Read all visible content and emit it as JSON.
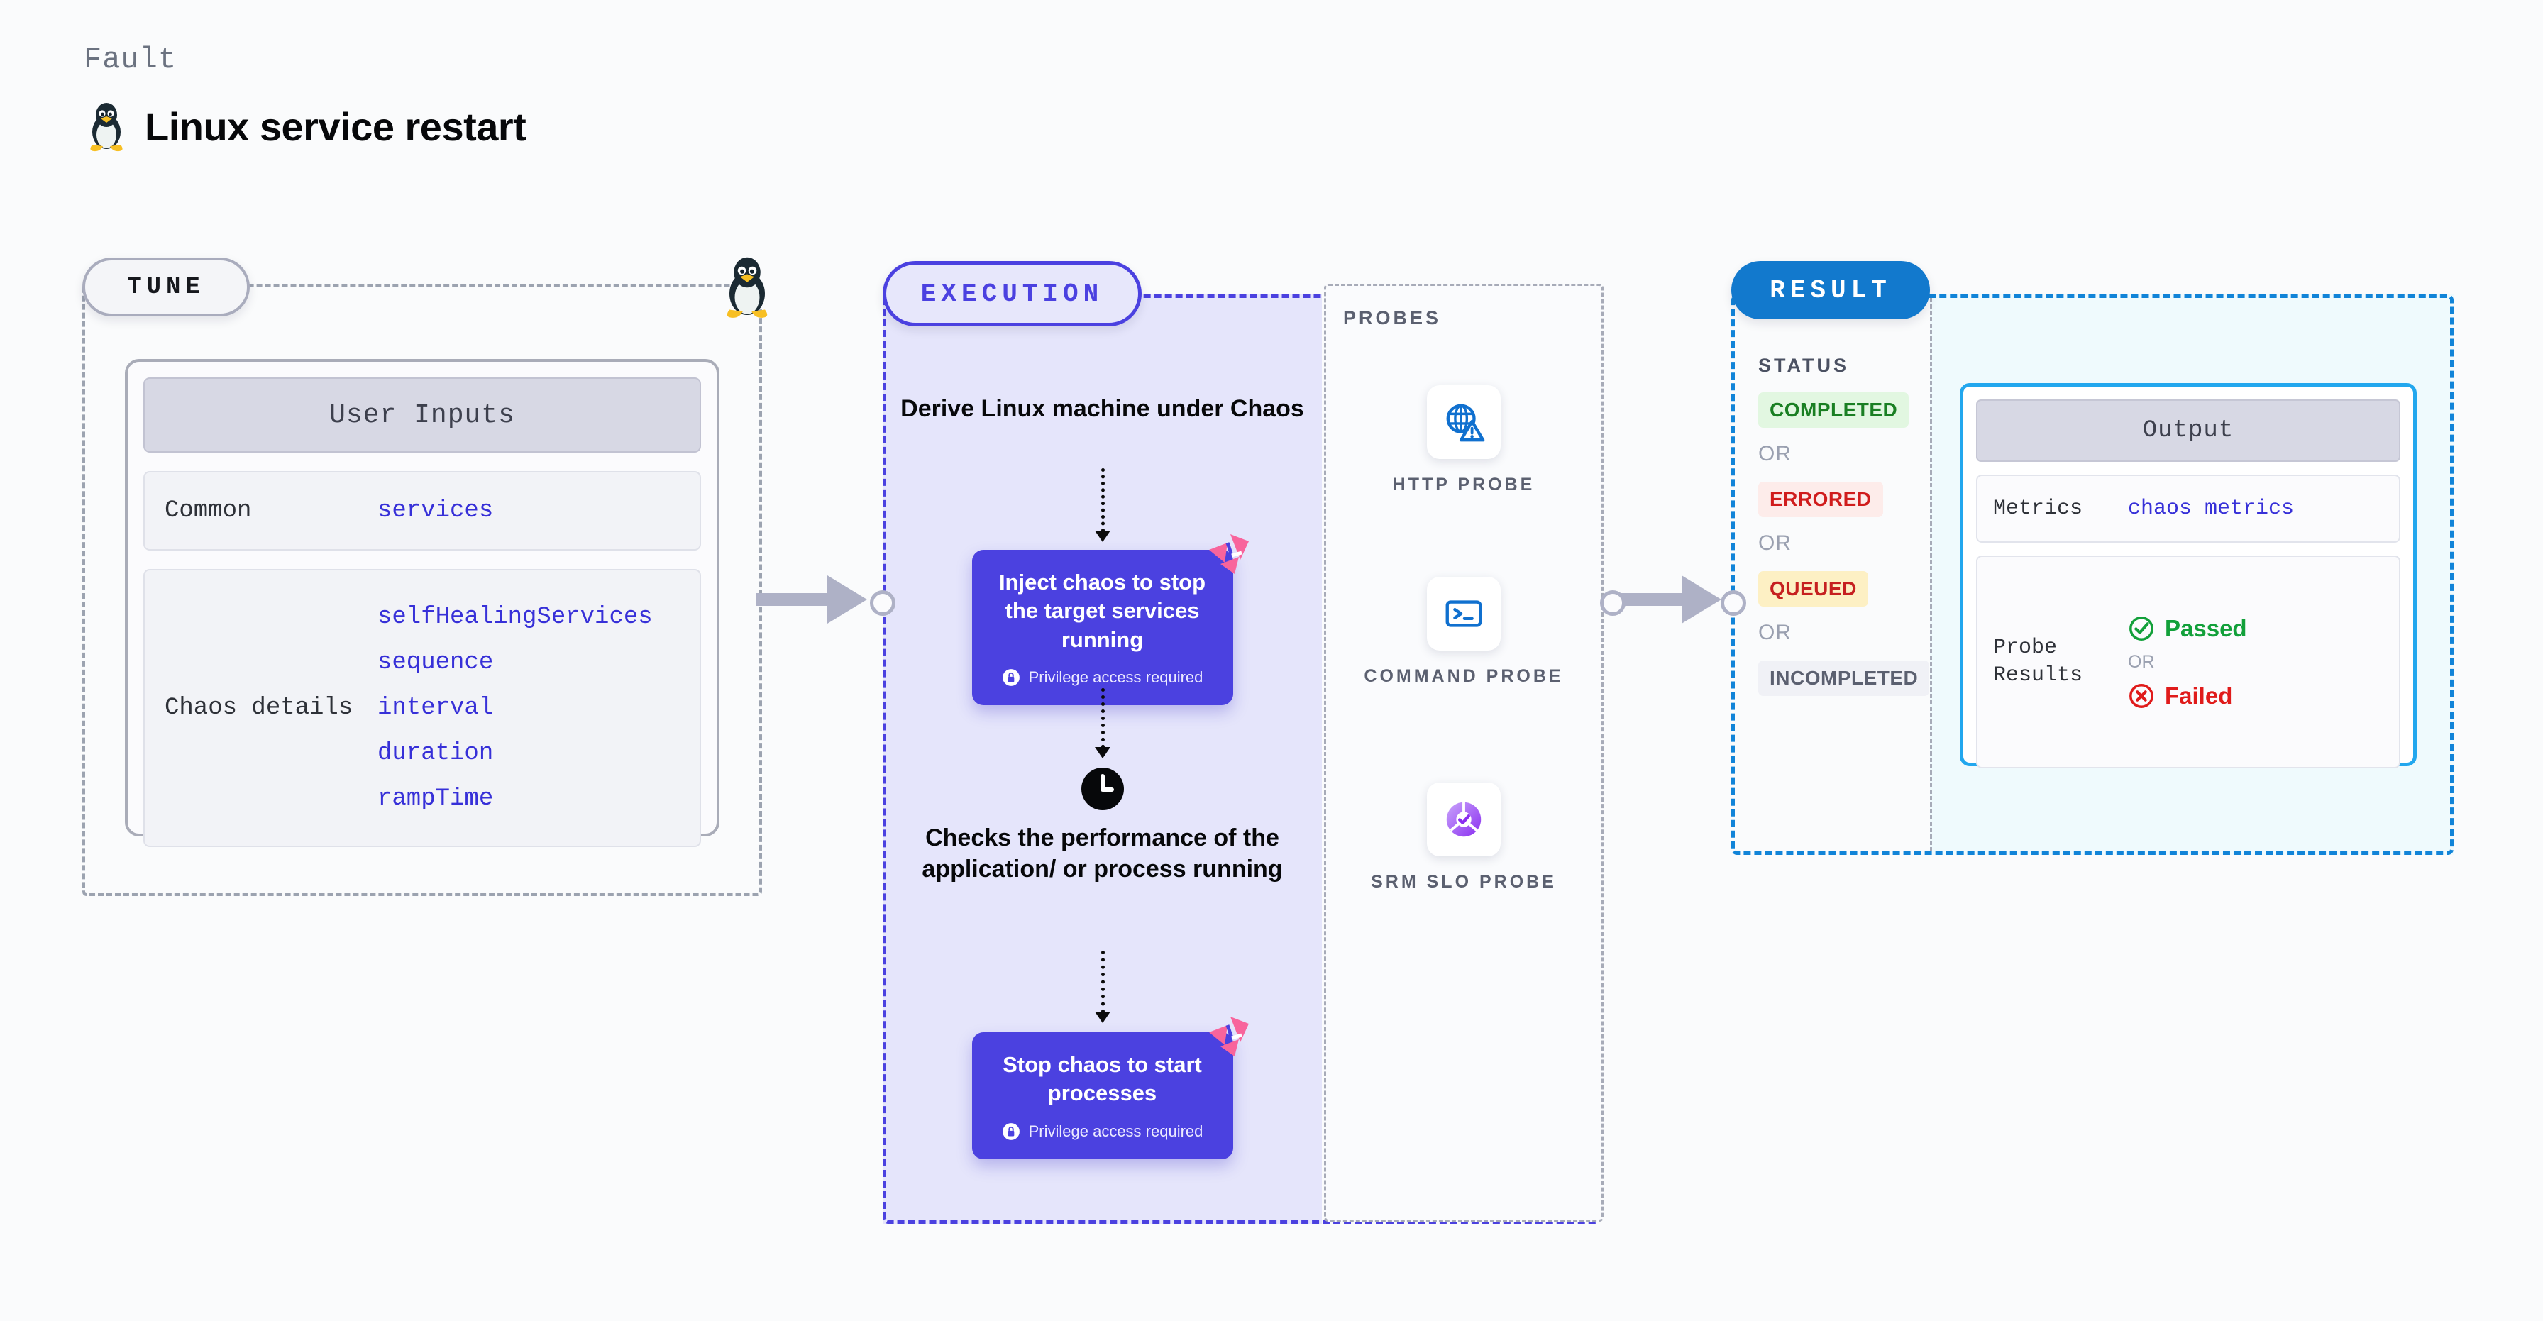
{
  "header": {
    "kicker": "Fault",
    "title": "Linux service restart",
    "icon": "tux-penguin-icon"
  },
  "tune": {
    "pill_label": "TUNE",
    "border_icon": "tux-penguin-icon",
    "card": {
      "header": "User Inputs",
      "rows": [
        {
          "key": "Common",
          "values": [
            "services"
          ]
        },
        {
          "key": "Chaos details",
          "values": [
            "selfHealingServices",
            "sequence",
            "interval",
            "duration",
            "rampTime"
          ]
        }
      ]
    }
  },
  "execution": {
    "pill_label": "EXECUTION",
    "steps": [
      {
        "type": "text",
        "label": "Derive Linux machine under Chaos"
      },
      {
        "type": "card",
        "label": "Inject chaos to stop the target services running",
        "privilege_note": "Privilege access required",
        "badge_icon": "litmus-chaos-icon",
        "lock_icon": "lock-icon"
      },
      {
        "type": "text",
        "icon": "clock-icon",
        "label": "Checks the performance of the application/ or process running"
      },
      {
        "type": "card",
        "label": "Stop chaos to start processes",
        "privilege_note": "Privilege access required",
        "badge_icon": "litmus-chaos-icon",
        "lock_icon": "lock-icon"
      }
    ]
  },
  "probes": {
    "section_label": "PROBES",
    "items": [
      {
        "label": "HTTP PROBE",
        "icon": "globe-warning-icon"
      },
      {
        "label": "COMMAND PROBE",
        "icon": "terminal-icon"
      },
      {
        "label": "SRM SLO PROBE",
        "icon": "slo-donut-check-icon"
      }
    ]
  },
  "result": {
    "pill_label": "RESULT",
    "status_label": "STATUS",
    "or_label": "OR",
    "statuses": [
      {
        "label": "COMPLETED",
        "color": "#1a7f23",
        "bg": "#e2f7e1"
      },
      {
        "label": "ERRORED",
        "color": "#d01c1c",
        "bg": "#fdecea"
      },
      {
        "label": "QUEUED",
        "color": "#c62020",
        "bg": "#fdf0c4"
      },
      {
        "label": "INCOMPLETED",
        "color": "#5b6070",
        "bg": "#f0f1f6"
      }
    ],
    "output": {
      "header": "Output",
      "metrics_key": "Metrics",
      "metrics_value": "chaos metrics",
      "probe_key": "Probe Results",
      "passed_label": "Passed",
      "failed_label": "Failed",
      "or_label": "OR",
      "passed_icon": "check-circle-icon",
      "failed_icon": "x-circle-icon"
    }
  },
  "colors": {
    "indigo": "#4b41e0",
    "blue": "#1279cd",
    "cyan": "#22a7ee",
    "pink": "#f8649c",
    "gray_dash": "#9ca3b0",
    "link": "#3730d8"
  }
}
